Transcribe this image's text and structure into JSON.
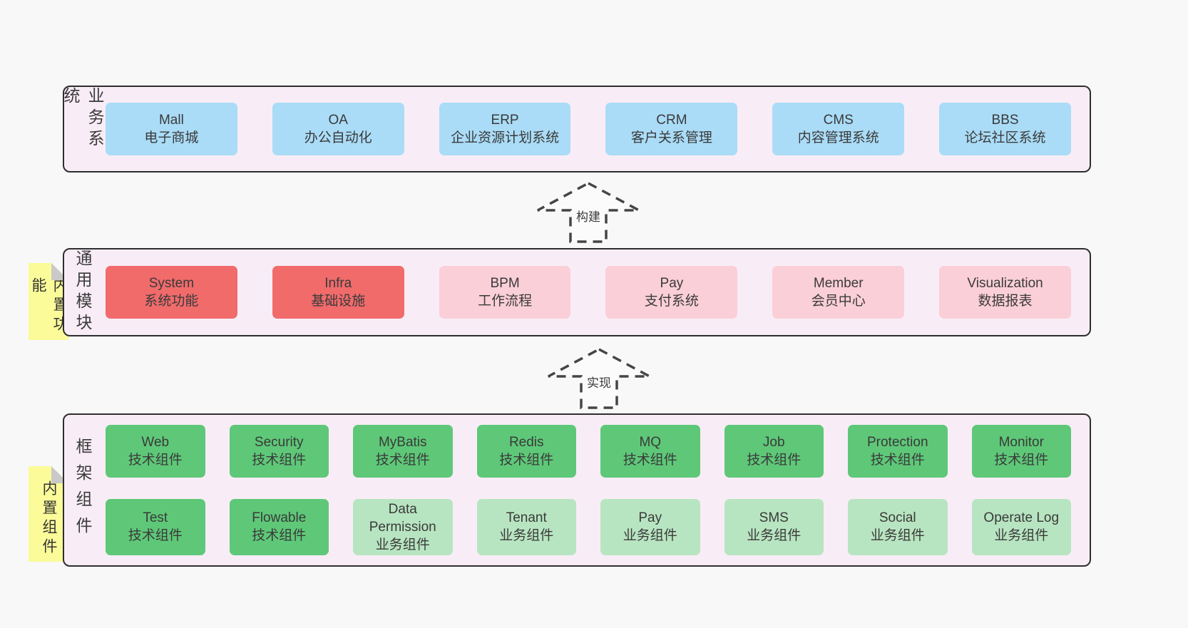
{
  "page": {
    "background": "#f8f8f8"
  },
  "colors": {
    "container_bg": "#f8edf6",
    "container_border": "#2e2e2e",
    "box_blue": "#aadcf7",
    "box_red": "#f16b6b",
    "box_pink": "#fbcfd8",
    "box_green_dark": "#5ec878",
    "box_green_light": "#b8e5c1",
    "note_yellow": "#fbfb9a",
    "note_fold_gray": "#c9c9c9",
    "text": "#3a3a3a"
  },
  "arrows": [
    {
      "label": "构建"
    },
    {
      "label": "实现"
    }
  ],
  "layers": [
    {
      "side_label": "业务系统",
      "boxes": [
        {
          "name": "Mall",
          "sub": "电子商城"
        },
        {
          "name": "OA",
          "sub": "办公自动化"
        },
        {
          "name": "ERP",
          "sub": "企业资源计划系统"
        },
        {
          "name": "CRM",
          "sub": "客户关系管理"
        },
        {
          "name": "CMS",
          "sub": "内容管理系统"
        },
        {
          "name": "BBS",
          "sub": "论坛社区系统"
        }
      ]
    },
    {
      "side_label": "通用模块",
      "note": "内置功能",
      "boxes": [
        {
          "name": "System",
          "sub": "系统功能",
          "variant": "red"
        },
        {
          "name": "Infra",
          "sub": "基础设施",
          "variant": "red"
        },
        {
          "name": "BPM",
          "sub": "工作流程",
          "variant": "pink"
        },
        {
          "name": "Pay",
          "sub": "支付系统",
          "variant": "pink"
        },
        {
          "name": "Member",
          "sub": "会员中心",
          "variant": "pink"
        },
        {
          "name": "Visualization",
          "sub": "数据报表",
          "variant": "pink"
        }
      ]
    },
    {
      "side_label": "框架组件",
      "note": "内置组件",
      "rows": [
        [
          {
            "name": "Web",
            "sub": "技术组件",
            "variant": "dark"
          },
          {
            "name": "Security",
            "sub": "技术组件",
            "variant": "dark"
          },
          {
            "name": "MyBatis",
            "sub": "技术组件",
            "variant": "dark"
          },
          {
            "name": "Redis",
            "sub": "技术组件",
            "variant": "dark"
          },
          {
            "name": "MQ",
            "sub": "技术组件",
            "variant": "dark"
          },
          {
            "name": "Job",
            "sub": "技术组件",
            "variant": "dark"
          },
          {
            "name": "Protection",
            "sub": "技术组件",
            "variant": "dark"
          },
          {
            "name": "Monitor",
            "sub": "技术组件",
            "variant": "dark"
          }
        ],
        [
          {
            "name": "Test",
            "sub": "技术组件",
            "variant": "dark"
          },
          {
            "name": "Flowable",
            "sub": "技术组件",
            "variant": "dark"
          },
          {
            "name": "Data Permission",
            "sub": "业务组件",
            "variant": "light"
          },
          {
            "name": "Tenant",
            "sub": "业务组件",
            "variant": "light"
          },
          {
            "name": "Pay",
            "sub": "业务组件",
            "variant": "light"
          },
          {
            "name": "SMS",
            "sub": "业务组件",
            "variant": "light"
          },
          {
            "name": "Social",
            "sub": "业务组件",
            "variant": "light"
          },
          {
            "name": "Operate Log",
            "sub": "业务组件",
            "variant": "light"
          }
        ]
      ]
    }
  ]
}
